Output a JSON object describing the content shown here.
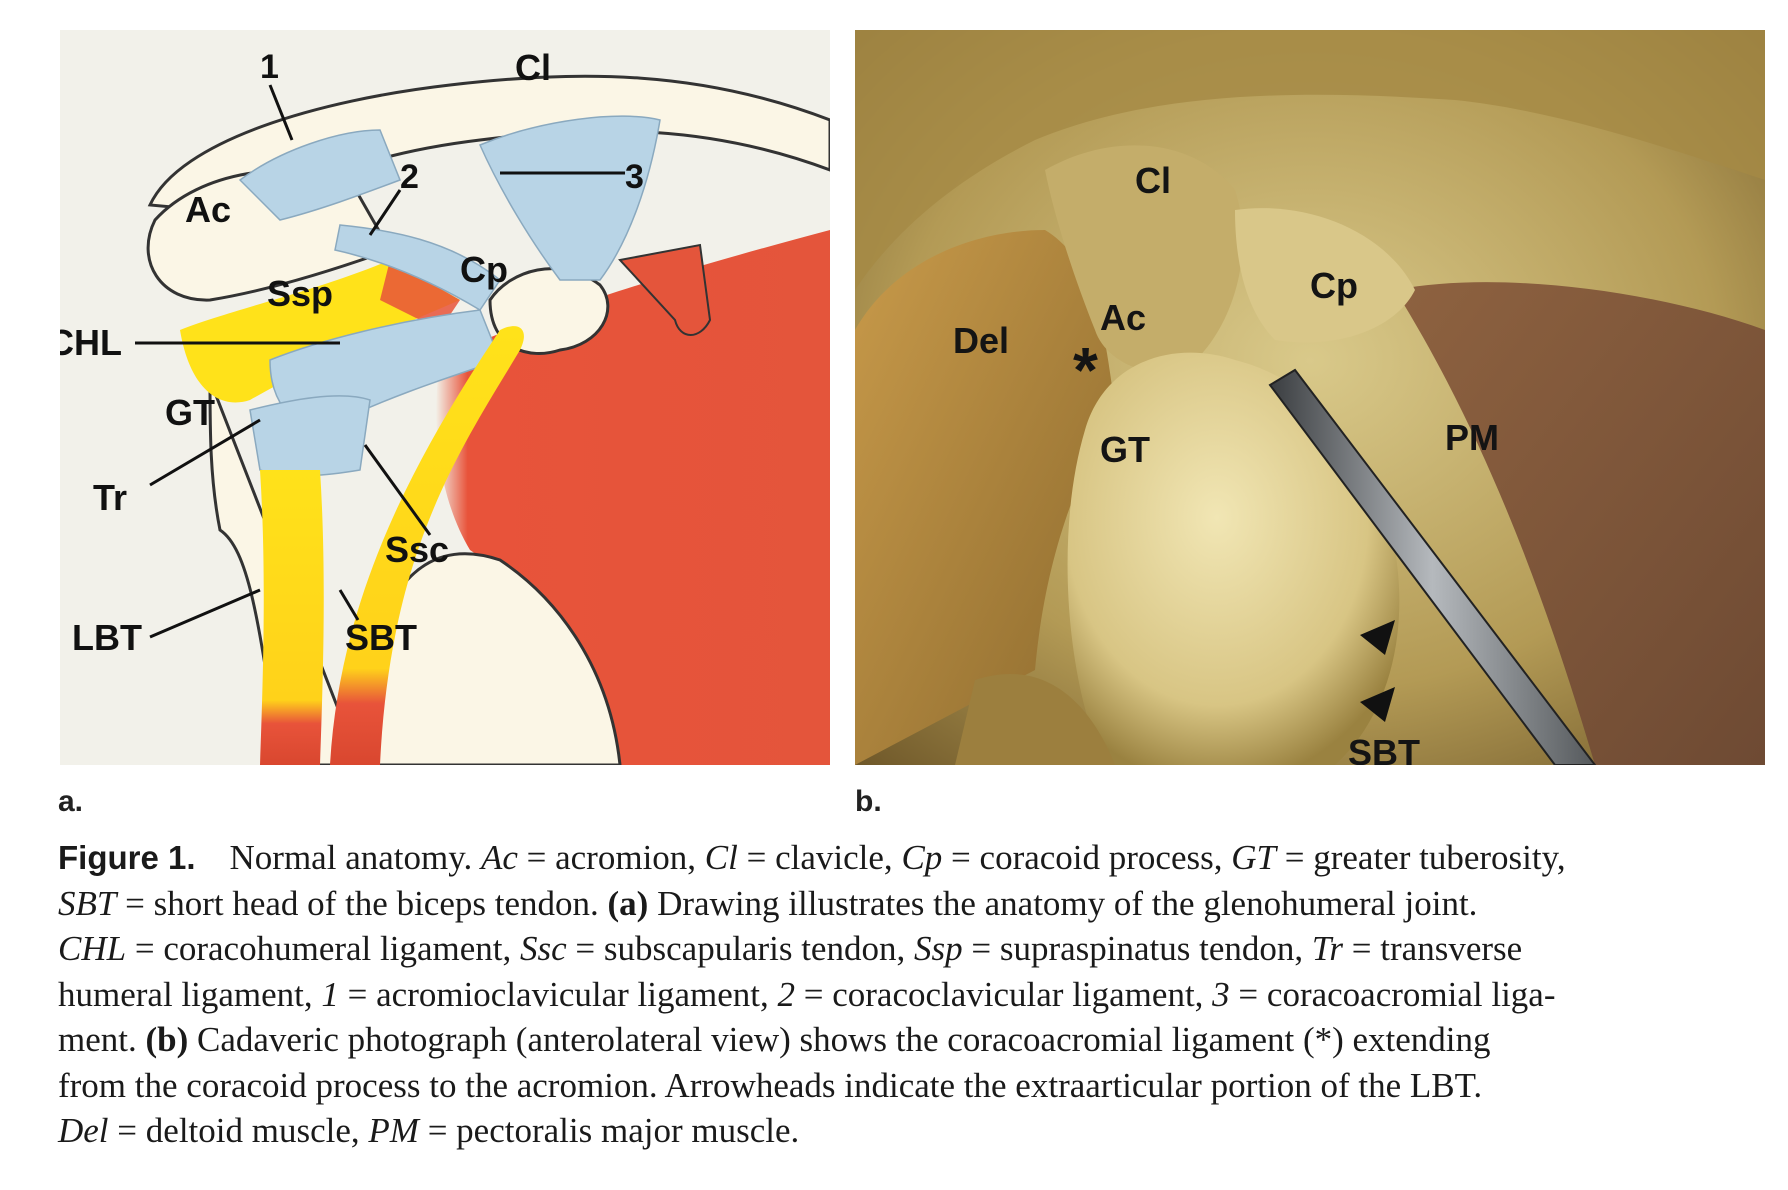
{
  "panel_a": {
    "letter": "a.",
    "labels": {
      "n1": "1",
      "cl": "Cl",
      "n2": "2",
      "n3": "3",
      "ac": "Ac",
      "cp": "Cp",
      "ssp": "Ssp",
      "chl": "CHL",
      "gt": "GT",
      "tr": "Tr",
      "ssc": "Ssc",
      "lbt": "LBT",
      "sbt": "SBT"
    },
    "colors": {
      "bone": "#fbf6e6",
      "ligament": "#b8d4e6",
      "muscle": "#e8533a",
      "tendon": "#ffe21a"
    }
  },
  "panel_b": {
    "letter": "b.",
    "labels": {
      "cl": "Cl",
      "cp": "Cp",
      "ac": "Ac",
      "asterisk": "*",
      "del": "Del",
      "gt": "GT",
      "pm": "PM",
      "sbt": "SBT"
    }
  },
  "caption": {
    "figure_label": "Figure 1.",
    "s1": "Normal anatomy.",
    "ac_abbr": "Ac",
    "ac_def": " = acromion, ",
    "cl_abbr": "Cl",
    "cl_def": " = clavicle, ",
    "cp_abbr": "Cp",
    "cp_def": " = coracoid process, ",
    "gt_abbr": "GT",
    "gt_def": " = greater tuberosity,",
    "sbt_abbr": "SBT",
    "sbt_def": " = short head of the biceps tendon. ",
    "a_marker": "(a)",
    "a_text": " Drawing illustrates the anatomy of the glenohumeral joint.",
    "chl_abbr": "CHL",
    "chl_def": " = coracohumeral ligament, ",
    "ssc_abbr": "Ssc",
    "ssc_def": " = subscapularis tendon, ",
    "ssp_abbr": "Ssp",
    "ssp_def": " = supraspinatus tendon, ",
    "tr_abbr": "Tr",
    "tr_def": " = transverse",
    "line4_start": "humeral ligament, ",
    "n1_abbr": "1",
    "n1_def": " = acromioclavicular ligament, ",
    "n2_abbr": "2",
    "n2_def": " = coracoclavicular ligament, ",
    "n3_abbr": "3",
    "n3_def": " = coracoacromial liga-",
    "line5_start": "ment. ",
    "b_marker": "(b)",
    "b_text": " Cadaveric photograph (anterolateral view) shows the coracoacromial ligament (",
    "asterisk": "*",
    "b_text2": ") extending",
    "line6": "from the coracoid process to the acromion. Arrowheads indicate the extraarticular portion of the LBT.",
    "del_abbr": "Del",
    "del_def": " = deltoid muscle, ",
    "pm_abbr": "PM",
    "pm_def": " = pectoralis major muscle."
  }
}
